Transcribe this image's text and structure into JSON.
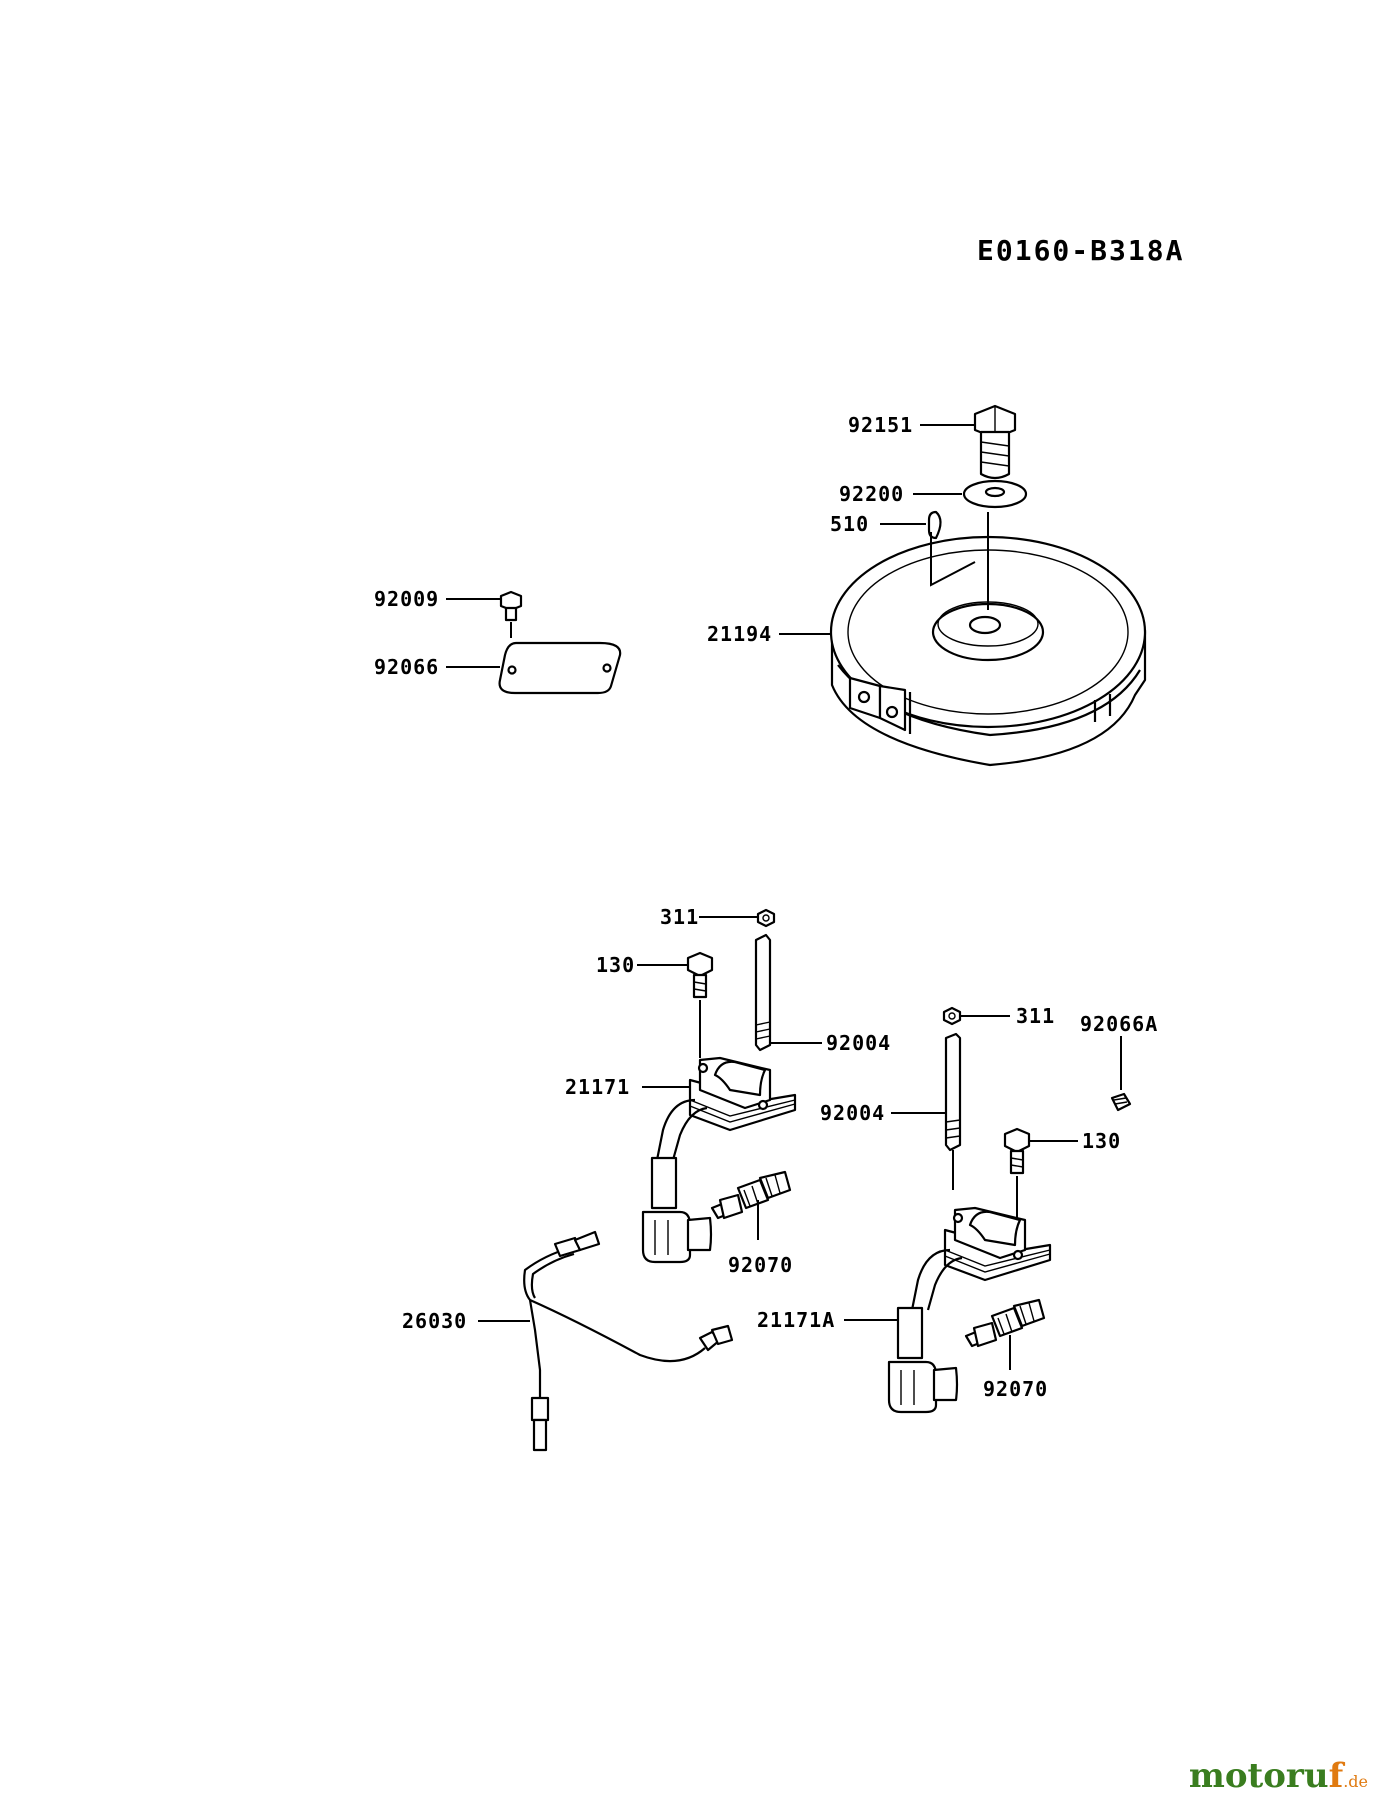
{
  "diagram_code": "E0160-B318A",
  "labels": {
    "p92151": "92151",
    "p92200": "92200",
    "p510": "510",
    "p92009": "92009",
    "p92066": "92066",
    "p21194": "21194",
    "p311a": "311",
    "p130a": "130",
    "p92004a": "92004",
    "p21171": "21171",
    "p92070a": "92070",
    "p311b": "311",
    "p92066A": "92066A",
    "p92004b": "92004",
    "p130b": "130",
    "p21171A": "21171A",
    "p26030": "26030",
    "p92070b": "92070"
  },
  "watermark": {
    "main": "motoru",
    "accent": "f",
    "domain": ".de"
  }
}
